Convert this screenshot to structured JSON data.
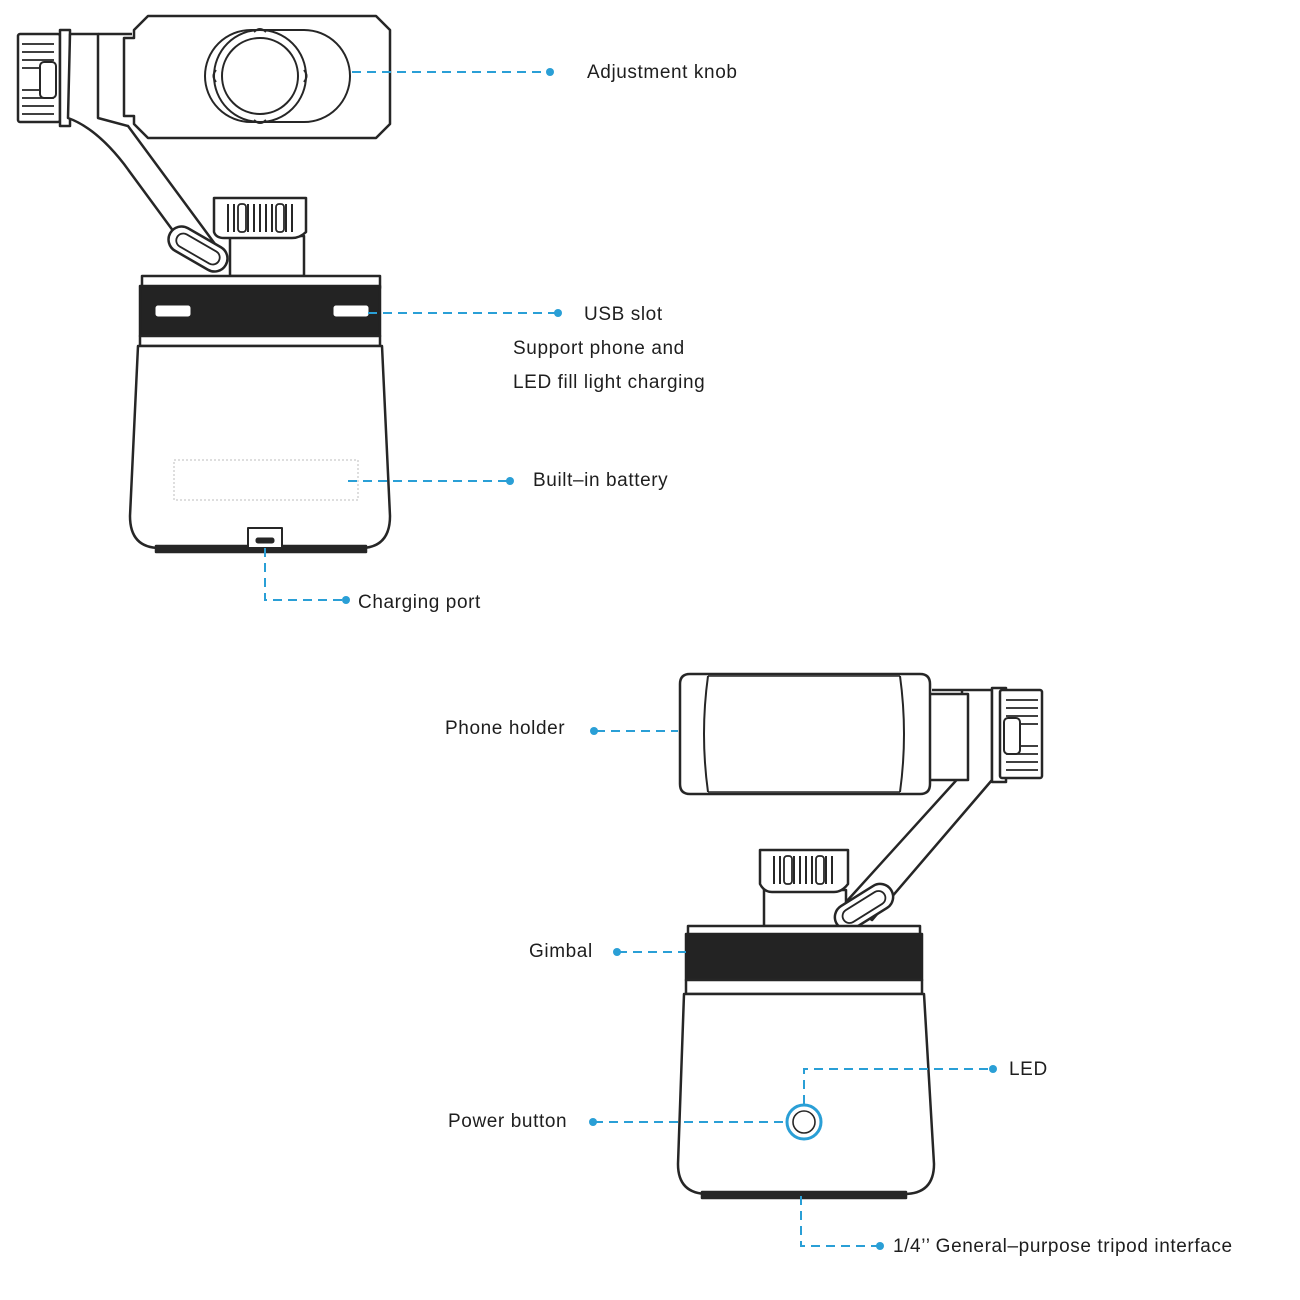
{
  "colors": {
    "leader": "#2a9fd6",
    "outline": "#262626",
    "band": "#232323",
    "led_ring": "#2a9fd6"
  },
  "labels": {
    "adjustment_knob": "Adjustment knob",
    "usb_slot": "USB slot",
    "usb_slot_line2": "Support phone and",
    "usb_slot_line3": "LED fill light charging",
    "built_in_battery": "Built–in battery",
    "charging_port": "Charging port",
    "phone_holder": "Phone holder",
    "gimbal": "Gimbal",
    "led": "LED",
    "power_button": "Power button",
    "tripod_interface": "1/4’’ General–purpose tripod interface"
  }
}
